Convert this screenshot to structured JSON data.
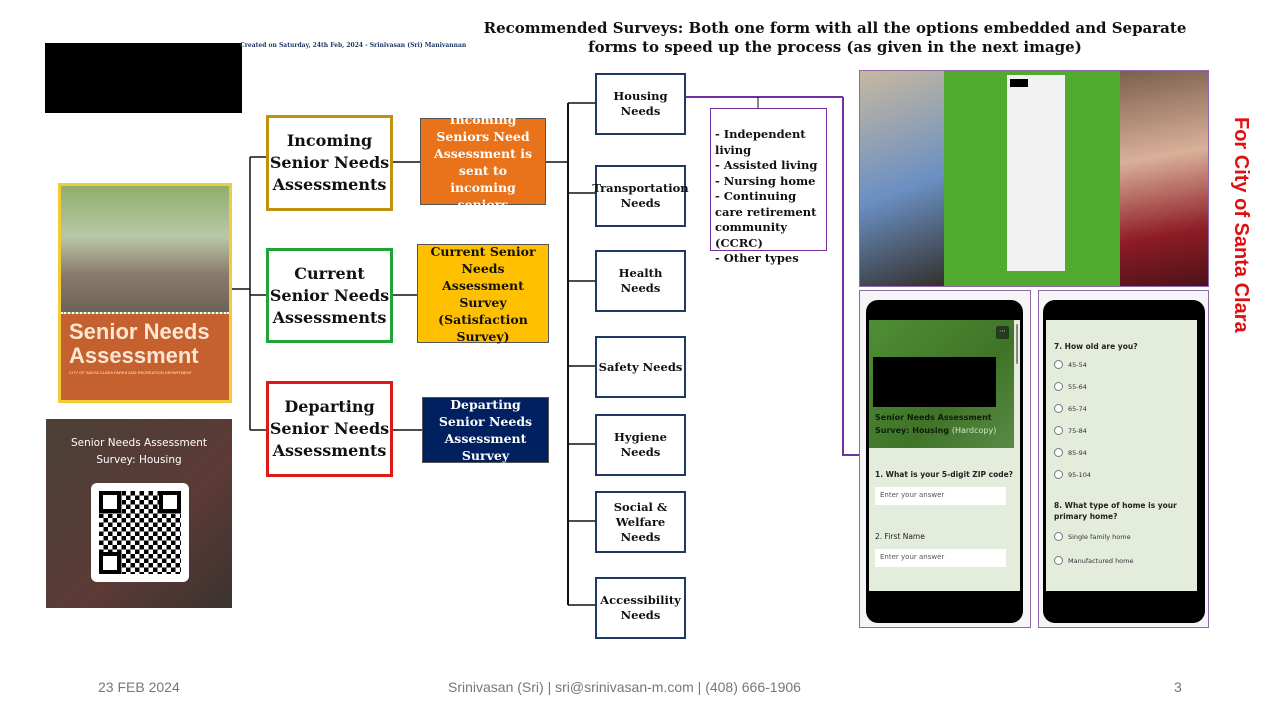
{
  "header": {
    "title": "Recommended Surveys: Both one form with all the options embedded and Separate forms to speed up the process (as given in the next image)",
    "credit": "Created on Saturday, 24th Feb, 2024 - Srinivasan (Sri) Manivannan"
  },
  "cover": {
    "title": "Senior Needs Assessment",
    "subtitle": "CITY OF SANTA CLARA PARKS AND RECREATION DEPARTMENT"
  },
  "qr_card": {
    "title": "Senior Needs Assessment Survey: Housing"
  },
  "categories": [
    {
      "label": "Incoming Senior Needs Assessments",
      "color": "#c09010"
    },
    {
      "label": "Current Senior Needs Assessments",
      "color": "#22a33a"
    },
    {
      "label": "Departing Senior Needs Assessments",
      "color": "#e01818"
    }
  ],
  "surveys": [
    {
      "label": "Incoming Seniors Need Assessment is sent to incoming seniors",
      "color": "#e8731a"
    },
    {
      "label": "Current Senior Needs Assessment Survey (Satisfaction Survey)",
      "color": "#ffc000"
    },
    {
      "label": "Departing Senior Needs Assessment Survey",
      "color": "#002060"
    }
  ],
  "needs": [
    "Housing Needs",
    "Transportation Needs",
    "Health Needs",
    "Safety Needs",
    "Hygiene Needs",
    "Social & Welfare Needs",
    "Accessibility Needs"
  ],
  "housing_types": [
    "- Independent living",
    "- Assisted living",
    "- Nursing home",
    "- Continuing care retirement community (CCRC)",
    "- Other types"
  ],
  "side_label": "For City of Santa Clara",
  "phone1": {
    "form_title": "Senior Needs Assessment Survey: Housing",
    "form_tag": "(Hardcopy)",
    "q1": "1. What is your 5-digit ZIP code?",
    "q2": "2. First Name",
    "placeholder": "Enter your answer"
  },
  "phone2": {
    "q7": "7. How old are you?",
    "ages": [
      "45-54",
      "55-64",
      "65-74",
      "75-84",
      "85-94",
      "95-104"
    ],
    "q8": "8. What type of home is your primary home?",
    "homes": [
      "Single family home",
      "Manufactured home"
    ]
  },
  "footer": {
    "date": "23 FEB 2024",
    "contact": "Srinivasan (Sri) | sri@srinivasan-m.com | (408) 666-1906",
    "page": "3"
  }
}
